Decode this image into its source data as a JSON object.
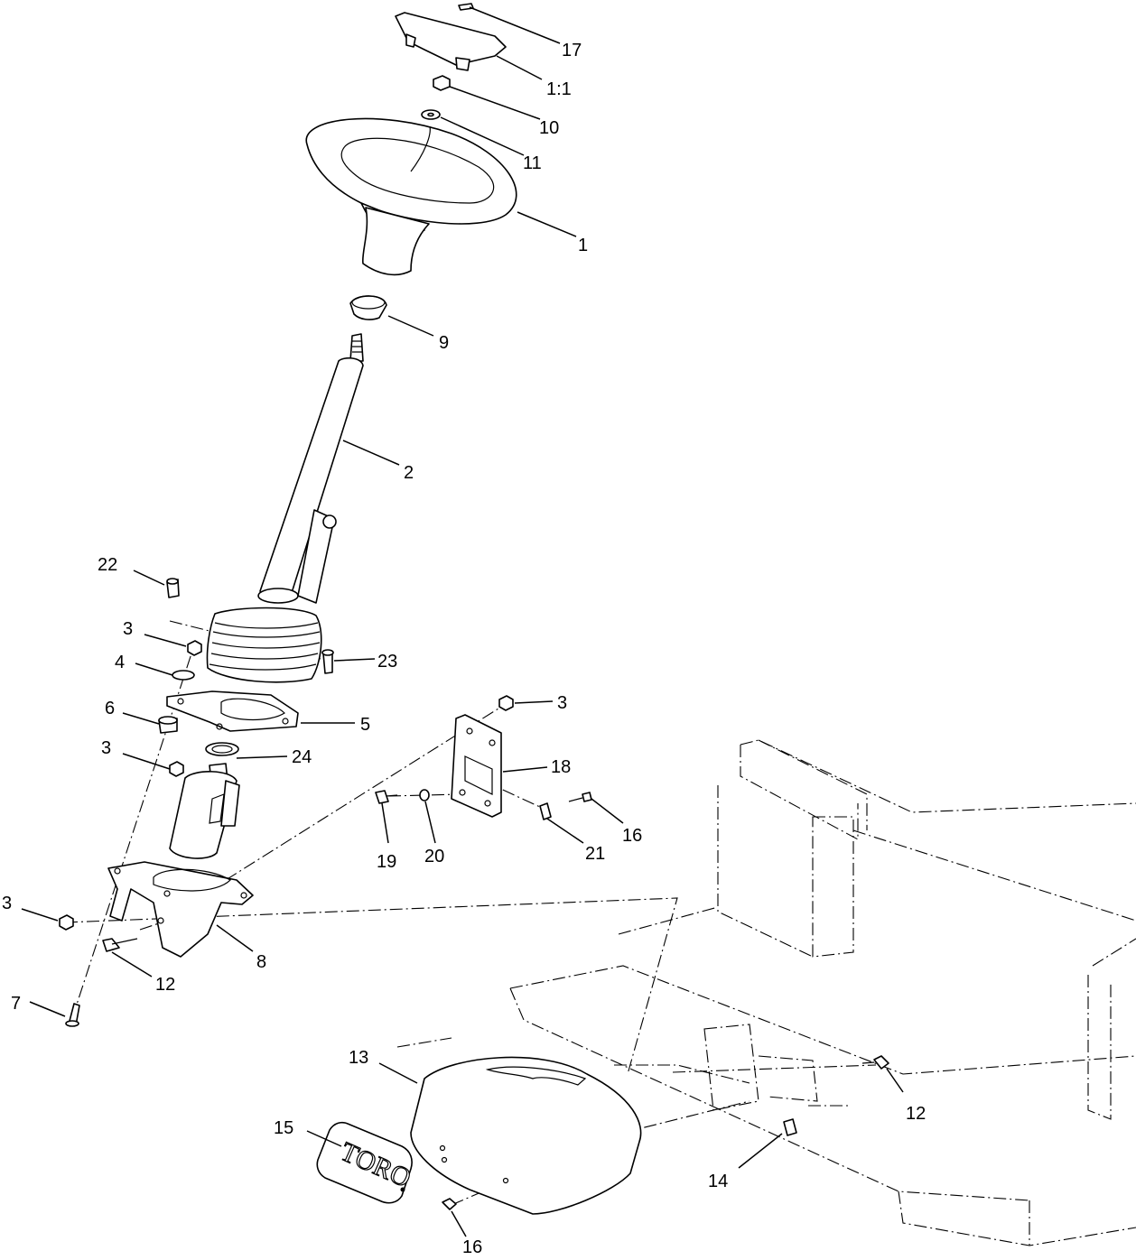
{
  "callouts": {
    "c17": "17",
    "c1_1": "1:1",
    "c10": "10",
    "c11": "11",
    "c1": "1",
    "c9": "9",
    "c2": "2",
    "c22": "22",
    "c3a": "3",
    "c4": "4",
    "c23": "23",
    "c3b": "3",
    "c6": "6",
    "c5": "5",
    "c3c": "3",
    "c24": "24",
    "c18": "18",
    "c19": "19",
    "c20": "20",
    "c21": "21",
    "c16a": "16",
    "c3d": "3",
    "c8": "8",
    "c12a": "12",
    "c7": "7",
    "c13": "13",
    "c12b": "12",
    "c15": "15",
    "c14": "14",
    "c16b": "16"
  },
  "decal": {
    "logo_text": "TORO"
  }
}
